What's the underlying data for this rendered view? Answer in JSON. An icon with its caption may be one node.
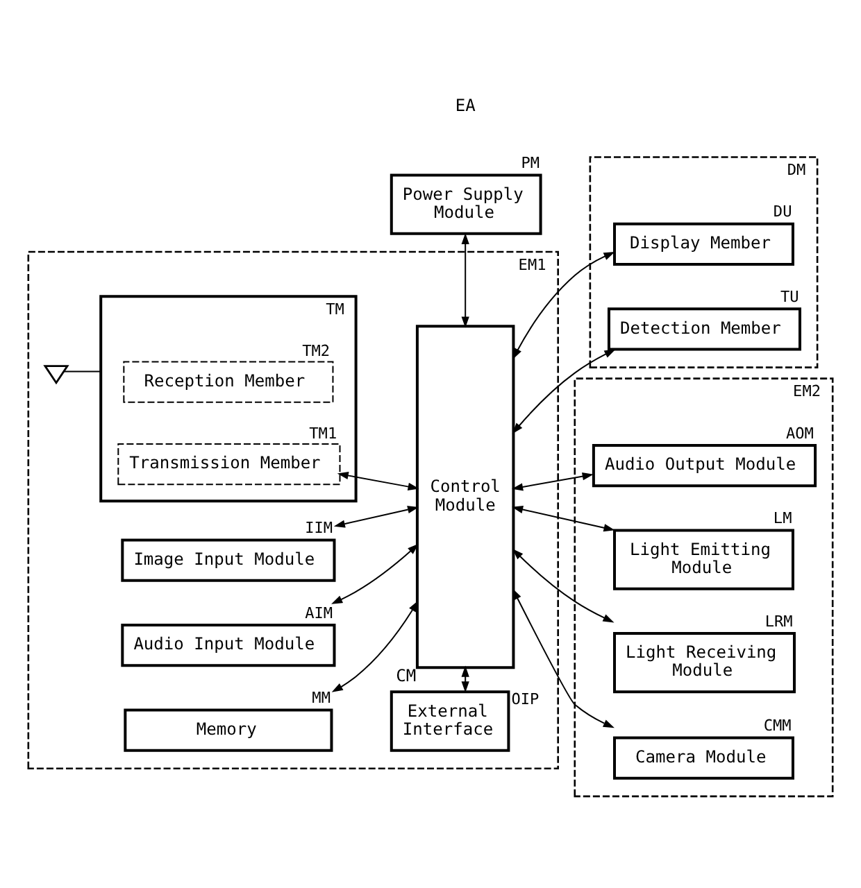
{
  "diagram": {
    "nodes": [
      {
        "text": [
          "Power Supply Module"
        ],
        "beside": [
          "PM"
        ]
      },
      {
        "text": [],
        "shape": "box",
        "beside": [
          "EM1"
        ]
      },
      {
        "text": [],
        "shape": "box",
        "beside": [
          "TM"
        ],
        "in": 1
      },
      {
        "text": [
          "Reception Member"
        ],
        "beside": [
          "TM2"
        ],
        "in": 2
      },
      {
        "text": [
          "Transmission Member"
        ],
        "beside": [
          "TM1"
        ],
        "in": 2
      },
      {
        "text": [],
        "shape": "antenna",
        "in": 1
      },
      {
        "text": [
          "Control Module"
        ],
        "beside": [
          "CM"
        ],
        "in": 1
      },
      {
        "text": [
          "Image Input Module"
        ],
        "beside": [
          "IIM"
        ],
        "in": 1
      },
      {
        "text": [
          "Audio Input Module"
        ],
        "beside": [
          "AIM"
        ],
        "in": 1
      },
      {
        "text": [
          "Memory"
        ],
        "beside": [
          "MM"
        ],
        "in": 1
      },
      {
        "text": [
          "External Interface"
        ],
        "beside": [
          "OIP"
        ],
        "in": 1
      },
      {
        "text": [],
        "shape": "box",
        "beside": [
          "DM"
        ]
      },
      {
        "text": [
          "Display Member"
        ],
        "beside": [
          "DU"
        ],
        "in": 11
      },
      {
        "text": [
          "Detection Member"
        ],
        "beside": [
          "TU"
        ],
        "in": 11
      },
      {
        "text": [],
        "shape": "box",
        "beside": [
          "EM2"
        ]
      },
      {
        "text": [
          "Audio Output Module"
        ],
        "beside": [
          "AOM"
        ],
        "in": 14
      },
      {
        "text": [
          "Light Emitting Module"
        ],
        "beside": [
          "LM"
        ],
        "in": 14
      },
      {
        "text": [
          "Light Receiving Module"
        ],
        "beside": [
          "LRM"
        ],
        "in": 14
      },
      {
        "text": [
          "Camera Module"
        ],
        "beside": [
          "CMM"
        ],
        "in": 14
      }
    ],
    "edges": [
      {
        "from": 0,
        "to": 6,
        "arrow": "both"
      },
      {
        "from": 5,
        "to": 2,
        "arrow": "none"
      },
      {
        "from": 4,
        "to": 6,
        "arrow": "both"
      },
      {
        "from": 7,
        "to": 6,
        "arrow": "both"
      },
      {
        "from": 8,
        "to": 6,
        "arrow": "both"
      },
      {
        "from": 9,
        "to": 6,
        "arrow": "both"
      },
      {
        "from": 6,
        "to": 10,
        "arrow": "both"
      },
      {
        "from": 6,
        "to": 12,
        "arrow": "both"
      },
      {
        "from": 6,
        "to": 13,
        "arrow": "both"
      },
      {
        "from": 6,
        "to": 15,
        "arrow": "both"
      },
      {
        "from": 6,
        "to": 16,
        "arrow": "both"
      },
      {
        "from": 6,
        "to": 17,
        "arrow": "both"
      },
      {
        "from": 6,
        "to": 18,
        "arrow": "both"
      }
    ],
    "labels": [
      "EA"
    ]
  }
}
